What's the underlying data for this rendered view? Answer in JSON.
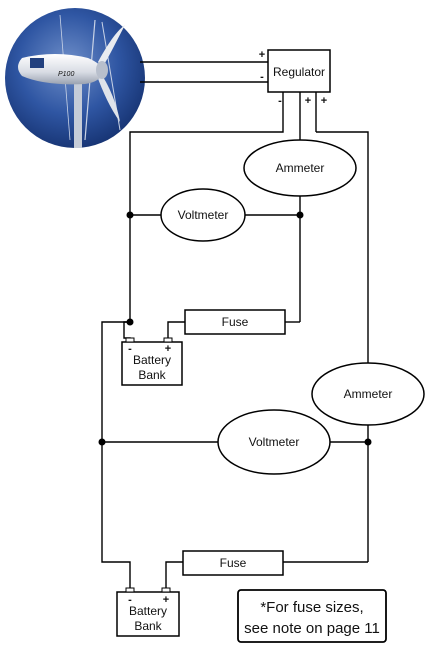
{
  "diagram": {
    "regulator": {
      "label": "Regulator",
      "terminals": [
        "+",
        "-",
        "-",
        "+",
        "+"
      ]
    },
    "top_circuit": {
      "ammeter": "Ammeter",
      "voltmeter": "Voltmeter",
      "fuse": "Fuse",
      "battery": {
        "line1": "Battery",
        "line2": "Bank",
        "neg": "-",
        "pos": "+"
      }
    },
    "bottom_circuit": {
      "ammeter": "Ammeter",
      "voltmeter": "Voltmeter",
      "fuse": "Fuse",
      "battery": {
        "line1": "Battery",
        "line2": "Bank",
        "neg": "-",
        "pos": "+"
      }
    },
    "note": {
      "line1": "*For fuse sizes,",
      "line2": "see note on page 11"
    },
    "turbine_badge": "P100"
  }
}
